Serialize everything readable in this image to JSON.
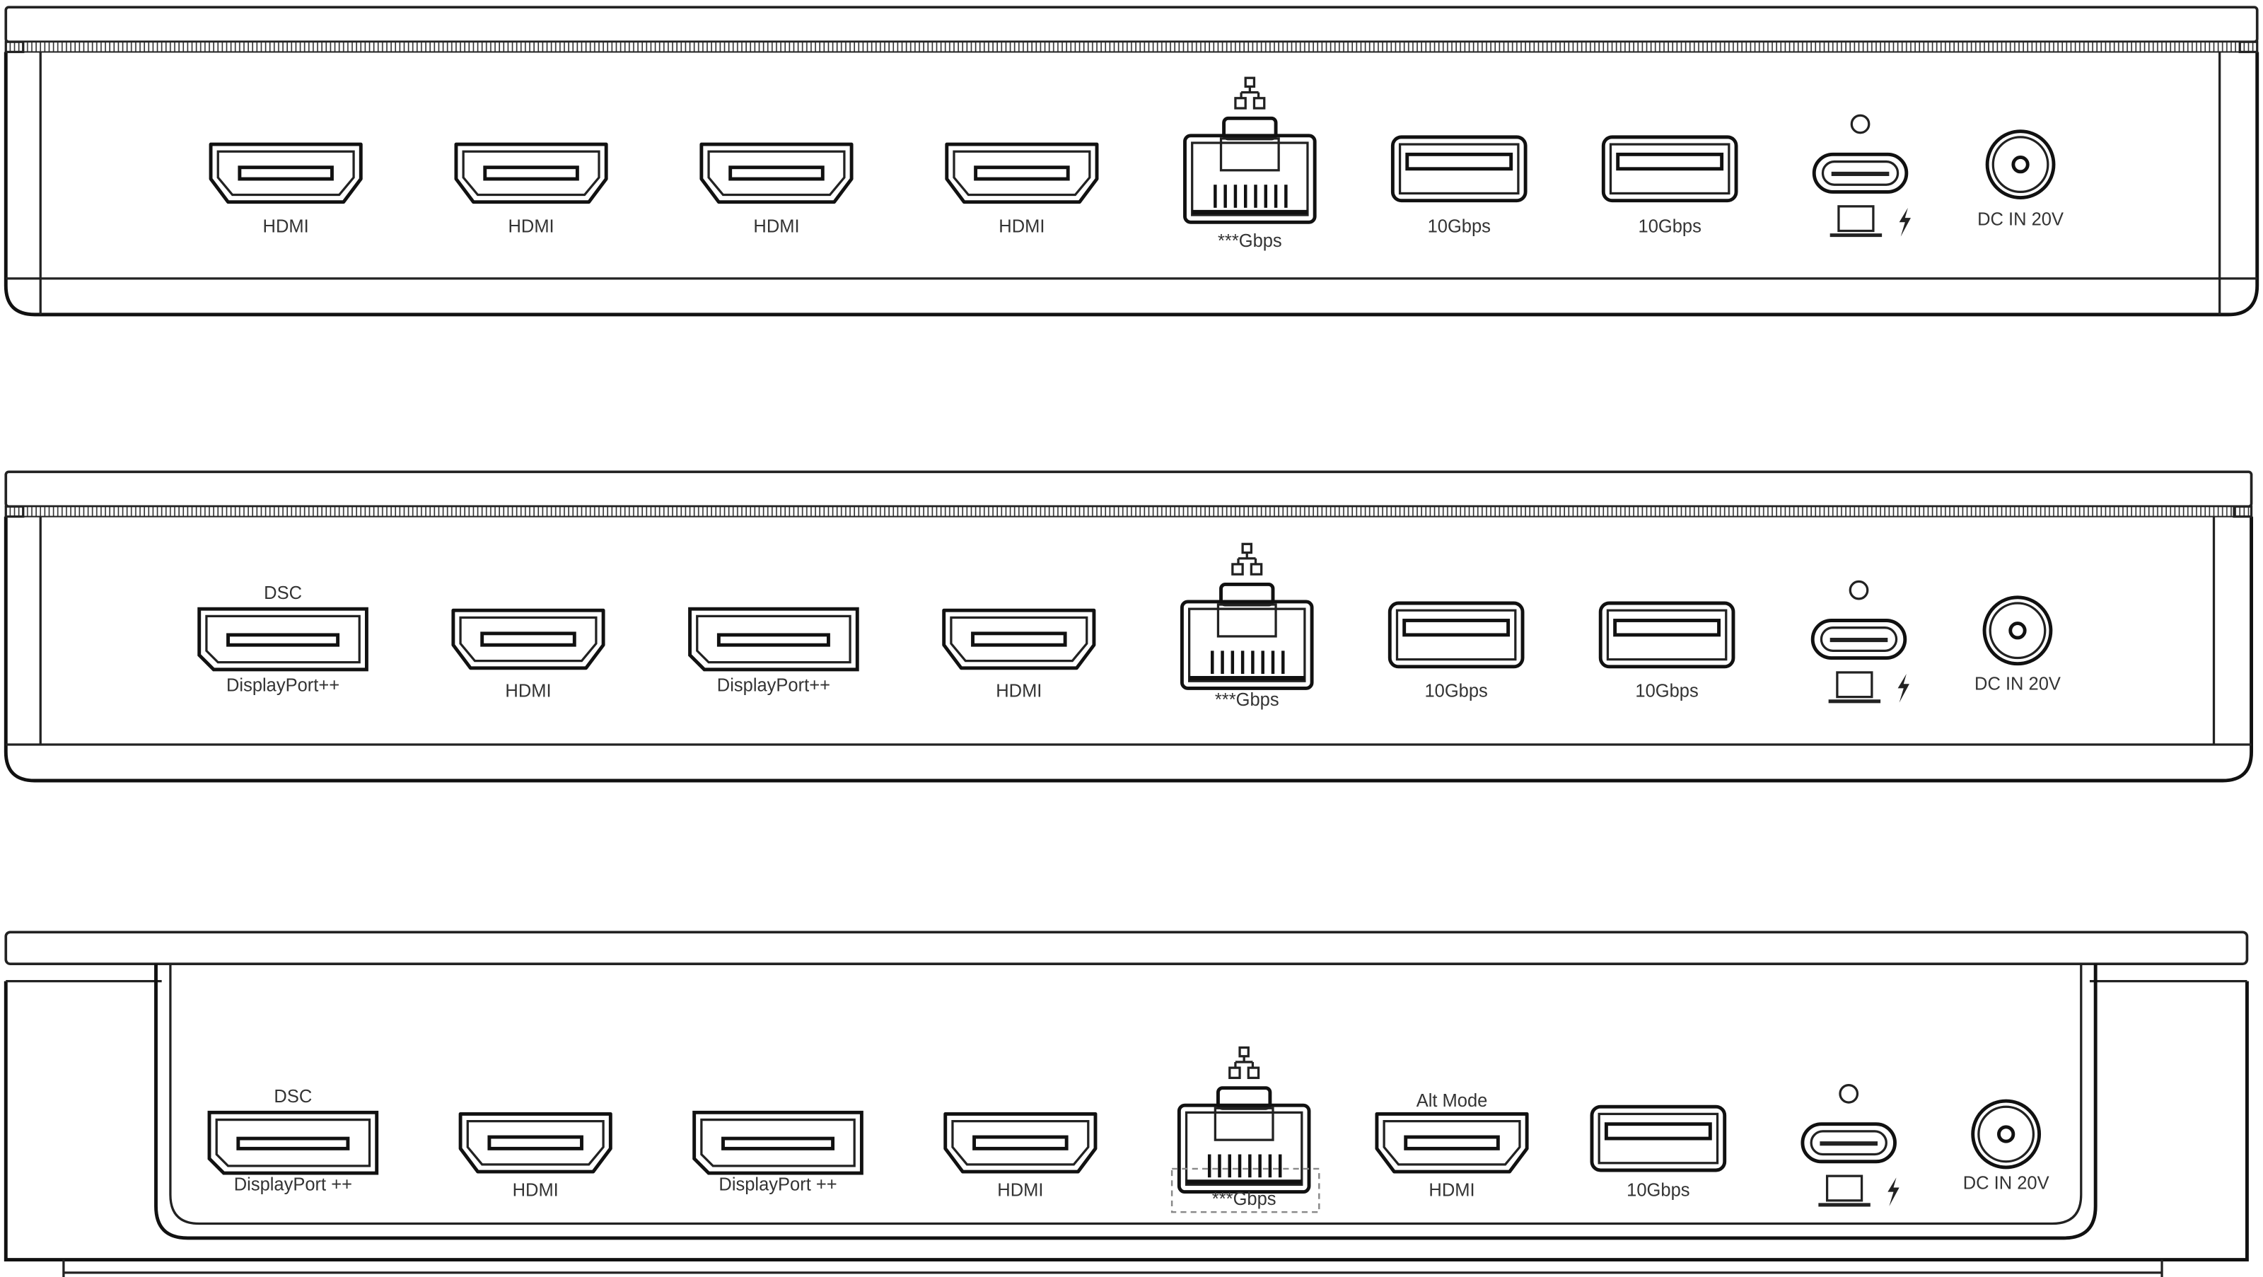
{
  "panels": [
    {
      "name": "dock-variant-1",
      "ports": [
        {
          "type": "hdmi",
          "label": "HDMI"
        },
        {
          "type": "hdmi",
          "label": "HDMI"
        },
        {
          "type": "hdmi",
          "label": "HDMI"
        },
        {
          "type": "hdmi",
          "label": "HDMI"
        },
        {
          "type": "rj45",
          "label": "***Gbps",
          "icon": "network-icon"
        },
        {
          "type": "usba",
          "label": "10Gbps"
        },
        {
          "type": "usba",
          "label": "10Gbps"
        },
        {
          "type": "usbc",
          "label": "",
          "icon": "laptop-charging-icon"
        },
        {
          "type": "dc",
          "label": "DC IN 20V"
        }
      ]
    },
    {
      "name": "dock-variant-2",
      "ports": [
        {
          "type": "dp",
          "label": "DisplayPort++",
          "top_label": "DSC"
        },
        {
          "type": "hdmi",
          "label": "HDMI"
        },
        {
          "type": "dp",
          "label": "DisplayPort++"
        },
        {
          "type": "hdmi",
          "label": "HDMI"
        },
        {
          "type": "rj45",
          "label": "***Gbps",
          "icon": "network-icon"
        },
        {
          "type": "usba",
          "label": "10Gbps"
        },
        {
          "type": "usba",
          "label": "10Gbps"
        },
        {
          "type": "usbc",
          "label": "",
          "icon": "laptop-charging-icon"
        },
        {
          "type": "dc",
          "label": "DC IN 20V"
        }
      ]
    },
    {
      "name": "dock-variant-3",
      "ports": [
        {
          "type": "dp",
          "label": "DisplayPort ++",
          "top_label": "DSC"
        },
        {
          "type": "hdmi",
          "label": "HDMI"
        },
        {
          "type": "dp",
          "label": "DisplayPort ++"
        },
        {
          "type": "hdmi",
          "label": "HDMI"
        },
        {
          "type": "rj45",
          "label": "***Gbps",
          "icon": "network-icon"
        },
        {
          "type": "hdmi",
          "label": "HDMI",
          "top_label": "Alt Mode"
        },
        {
          "type": "usba",
          "label": "10Gbps"
        },
        {
          "type": "usbc",
          "label": "",
          "icon": "laptop-charging-icon"
        },
        {
          "type": "dc",
          "label": "DC IN 20V"
        }
      ]
    }
  ],
  "colors": {
    "stroke": "#222222",
    "label": "#333333",
    "background": "#ffffff"
  }
}
